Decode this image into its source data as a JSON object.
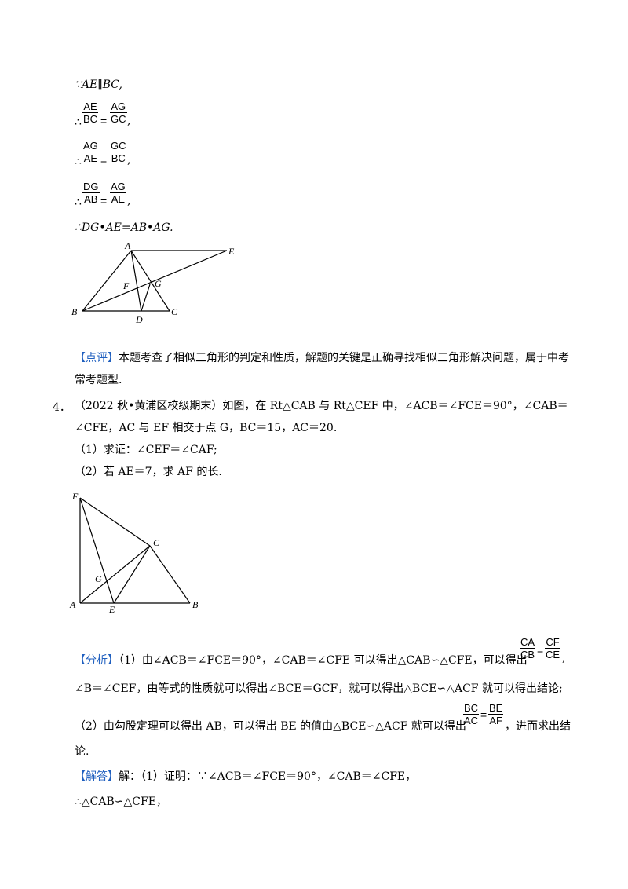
{
  "steps": {
    "s1": "∵AE∥BC,",
    "f1": {
      "num_l": "AE",
      "den_l": "BC",
      "eq": "=",
      "num_r": "AG",
      "den_r": "GC",
      "lead": "∴",
      "tail": ","
    },
    "f2": {
      "num_l": "AG",
      "den_l": "AE",
      "eq": "=",
      "num_r": "GC",
      "den_r": "BC",
      "lead": "∴",
      "tail": ","
    },
    "f3": {
      "num_l": "DG",
      "den_l": "AB",
      "eq": "=",
      "num_r": "AG",
      "den_r": "AE",
      "lead": "∴",
      "tail": ","
    },
    "s2": "∴DG•AE=AB•AG."
  },
  "figure1": {
    "labels": {
      "A": "A",
      "E": "E",
      "F": "F",
      "G": "G",
      "B": "B",
      "D": "D",
      "C": "C"
    }
  },
  "comment": {
    "tag": "【点评】",
    "text1": "本题考查了相似三角形的判定和性质，解题的关键是正确寻找相似三角形解决问题，属于中考",
    "text2": "常考题型."
  },
  "problem4": {
    "number": "4．",
    "line1": "（2022 秋•黄浦区校级期末）如图，在 Rt△CAB 与 Rt△CEF 中，∠ACB＝∠FCE＝90°，∠CAB＝",
    "line2": "∠CFE，AC 与 EF 相交于点 G，BC＝15，AC＝20.",
    "q1": "（1）求证：∠CEF＝∠CAF;",
    "q2": "（2）若 AE＝7，求 AF 的长."
  },
  "figure2": {
    "labels": {
      "F": "F",
      "C": "C",
      "G": "G",
      "A": "A",
      "E": "E",
      "B": "B"
    }
  },
  "analysis": {
    "tag": "【分析】",
    "line1": "（1）由∠ACB＝∠FCE＝90°，∠CAB＝∠CFE 可以得出△CAB∽△CFE，可以得出",
    "frac1": {
      "num_l": "CA",
      "den_l": "CB",
      "eq": "=",
      "num_r": "CF",
      "den_r": "CE",
      "tail": ","
    },
    "line2": "∠B＝∠CEF，由等式的性质就可以得出∠BCE＝GCF，就可以得出△BCE∽△ACF 就可以得出结论;",
    "line3": "（2）由勾股定理可以得出 AB，可以得出 BE 的值由△BCE∽△ACF 就可以得出",
    "frac2": {
      "num_l": "BC",
      "den_l": "AC",
      "eq": "=",
      "num_r": "BE",
      "den_r": "AF"
    },
    "line3_tail": "，进而求出结",
    "line4": "论."
  },
  "answer": {
    "tag": "【解答】",
    "line1": "解：（1）证明：∵∠ACB＝∠FCE＝90°，∠CAB＝∠CFE，",
    "line2": "∴△CAB∽△CFE，"
  }
}
